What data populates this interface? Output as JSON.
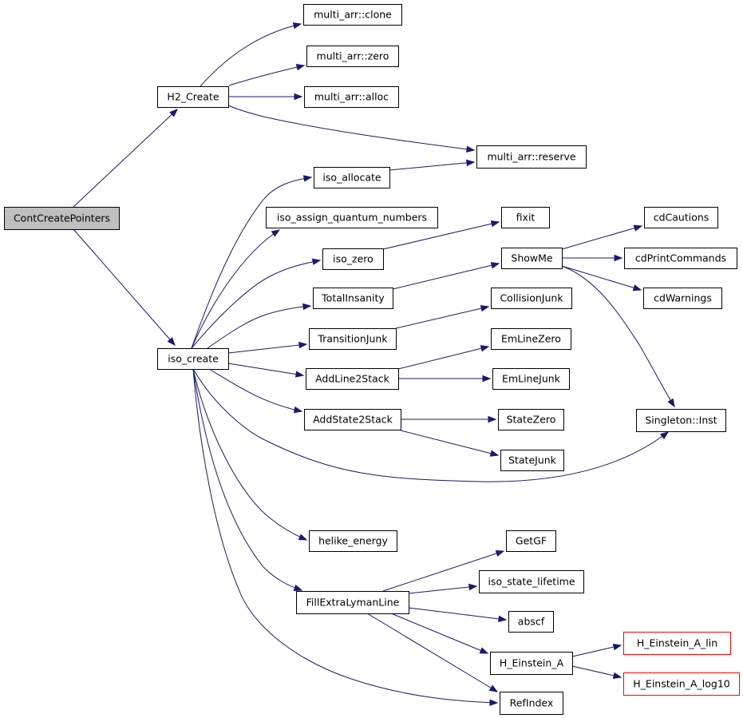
{
  "colors": {
    "edge": "#191970",
    "node_border": "#000000",
    "node_border_truncated": "#ff0000",
    "root_fill": "#bfbfbf",
    "node_fill": "#ffffff"
  },
  "nodes": [
    {
      "id": "ContCreatePointers",
      "label": "ContCreatePointers",
      "kind": "root"
    },
    {
      "id": "H2_Create",
      "label": "H2_Create",
      "kind": "normal"
    },
    {
      "id": "multi_arr_clone",
      "label": "multi_arr::clone",
      "kind": "normal"
    },
    {
      "id": "multi_arr_zero",
      "label": "multi_arr::zero",
      "kind": "normal"
    },
    {
      "id": "multi_arr_alloc",
      "label": "multi_arr::alloc",
      "kind": "normal"
    },
    {
      "id": "multi_arr_reserve",
      "label": "multi_arr::reserve",
      "kind": "normal"
    },
    {
      "id": "iso_allocate",
      "label": "iso_allocate",
      "kind": "normal"
    },
    {
      "id": "iso_assign_quantum_numbers",
      "label": "iso_assign_quantum_numbers",
      "kind": "normal"
    },
    {
      "id": "fixit",
      "label": "fixit",
      "kind": "normal"
    },
    {
      "id": "iso_zero",
      "label": "iso_zero",
      "kind": "normal"
    },
    {
      "id": "cdCautions",
      "label": "cdCautions",
      "kind": "normal"
    },
    {
      "id": "ShowMe",
      "label": "ShowMe",
      "kind": "normal"
    },
    {
      "id": "cdPrintCommands",
      "label": "cdPrintCommands",
      "kind": "normal"
    },
    {
      "id": "TotalInsanity",
      "label": "TotalInsanity",
      "kind": "normal"
    },
    {
      "id": "cdWarnings",
      "label": "cdWarnings",
      "kind": "normal"
    },
    {
      "id": "CollisionJunk",
      "label": "CollisionJunk",
      "kind": "normal"
    },
    {
      "id": "TransitionJunk",
      "label": "TransitionJunk",
      "kind": "normal"
    },
    {
      "id": "EmLineZero",
      "label": "EmLineZero",
      "kind": "normal"
    },
    {
      "id": "iso_create",
      "label": "iso_create",
      "kind": "normal"
    },
    {
      "id": "AddLine2Stack",
      "label": "AddLine2Stack",
      "kind": "normal"
    },
    {
      "id": "EmLineJunk",
      "label": "EmLineJunk",
      "kind": "normal"
    },
    {
      "id": "AddState2Stack",
      "label": "AddState2Stack",
      "kind": "normal"
    },
    {
      "id": "StateZero",
      "label": "StateZero",
      "kind": "normal"
    },
    {
      "id": "Singleton_Inst",
      "label": "Singleton::Inst",
      "kind": "normal"
    },
    {
      "id": "StateJunk",
      "label": "StateJunk",
      "kind": "normal"
    },
    {
      "id": "helike_energy",
      "label": "helike_energy",
      "kind": "normal"
    },
    {
      "id": "GetGF",
      "label": "GetGF",
      "kind": "normal"
    },
    {
      "id": "iso_state_lifetime",
      "label": "iso_state_lifetime",
      "kind": "normal"
    },
    {
      "id": "FillExtraLymanLine",
      "label": "FillExtraLymanLine",
      "kind": "normal"
    },
    {
      "id": "abscf",
      "label": "abscf",
      "kind": "normal"
    },
    {
      "id": "H_Einstein_A_lin",
      "label": "H_Einstein_A_lin",
      "kind": "truncated"
    },
    {
      "id": "H_Einstein_A",
      "label": "H_Einstein_A",
      "kind": "normal"
    },
    {
      "id": "H_Einstein_A_log10",
      "label": "H_Einstein_A_log10",
      "kind": "truncated"
    },
    {
      "id": "RefIndex",
      "label": "RefIndex",
      "kind": "normal"
    }
  ],
  "edges": [
    {
      "from": "ContCreatePointers",
      "to": "H2_Create"
    },
    {
      "from": "ContCreatePointers",
      "to": "iso_create"
    },
    {
      "from": "H2_Create",
      "to": "multi_arr_clone"
    },
    {
      "from": "H2_Create",
      "to": "multi_arr_zero"
    },
    {
      "from": "H2_Create",
      "to": "multi_arr_alloc"
    },
    {
      "from": "H2_Create",
      "to": "multi_arr_reserve"
    },
    {
      "from": "iso_allocate",
      "to": "multi_arr_reserve"
    },
    {
      "from": "iso_zero",
      "to": "fixit"
    },
    {
      "from": "TotalInsanity",
      "to": "ShowMe"
    },
    {
      "from": "ShowMe",
      "to": "cdCautions"
    },
    {
      "from": "ShowMe",
      "to": "cdPrintCommands"
    },
    {
      "from": "ShowMe",
      "to": "cdWarnings"
    },
    {
      "from": "ShowMe",
      "to": "Singleton_Inst"
    },
    {
      "from": "TransitionJunk",
      "to": "CollisionJunk"
    },
    {
      "from": "AddLine2Stack",
      "to": "EmLineZero"
    },
    {
      "from": "AddLine2Stack",
      "to": "EmLineJunk"
    },
    {
      "from": "AddState2Stack",
      "to": "StateZero"
    },
    {
      "from": "AddState2Stack",
      "to": "StateJunk"
    },
    {
      "from": "iso_create",
      "to": "iso_allocate"
    },
    {
      "from": "iso_create",
      "to": "iso_assign_quantum_numbers"
    },
    {
      "from": "iso_create",
      "to": "iso_zero"
    },
    {
      "from": "iso_create",
      "to": "TotalInsanity"
    },
    {
      "from": "iso_create",
      "to": "TransitionJunk"
    },
    {
      "from": "iso_create",
      "to": "AddLine2Stack"
    },
    {
      "from": "iso_create",
      "to": "AddState2Stack"
    },
    {
      "from": "iso_create",
      "to": "Singleton_Inst"
    },
    {
      "from": "iso_create",
      "to": "helike_energy"
    },
    {
      "from": "iso_create",
      "to": "FillExtraLymanLine"
    },
    {
      "from": "iso_create",
      "to": "RefIndex"
    },
    {
      "from": "FillExtraLymanLine",
      "to": "GetGF"
    },
    {
      "from": "FillExtraLymanLine",
      "to": "iso_state_lifetime"
    },
    {
      "from": "FillExtraLymanLine",
      "to": "abscf"
    },
    {
      "from": "FillExtraLymanLine",
      "to": "H_Einstein_A"
    },
    {
      "from": "FillExtraLymanLine",
      "to": "RefIndex"
    },
    {
      "from": "H_Einstein_A",
      "to": "H_Einstein_A_lin"
    },
    {
      "from": "H_Einstein_A",
      "to": "H_Einstein_A_log10"
    }
  ]
}
